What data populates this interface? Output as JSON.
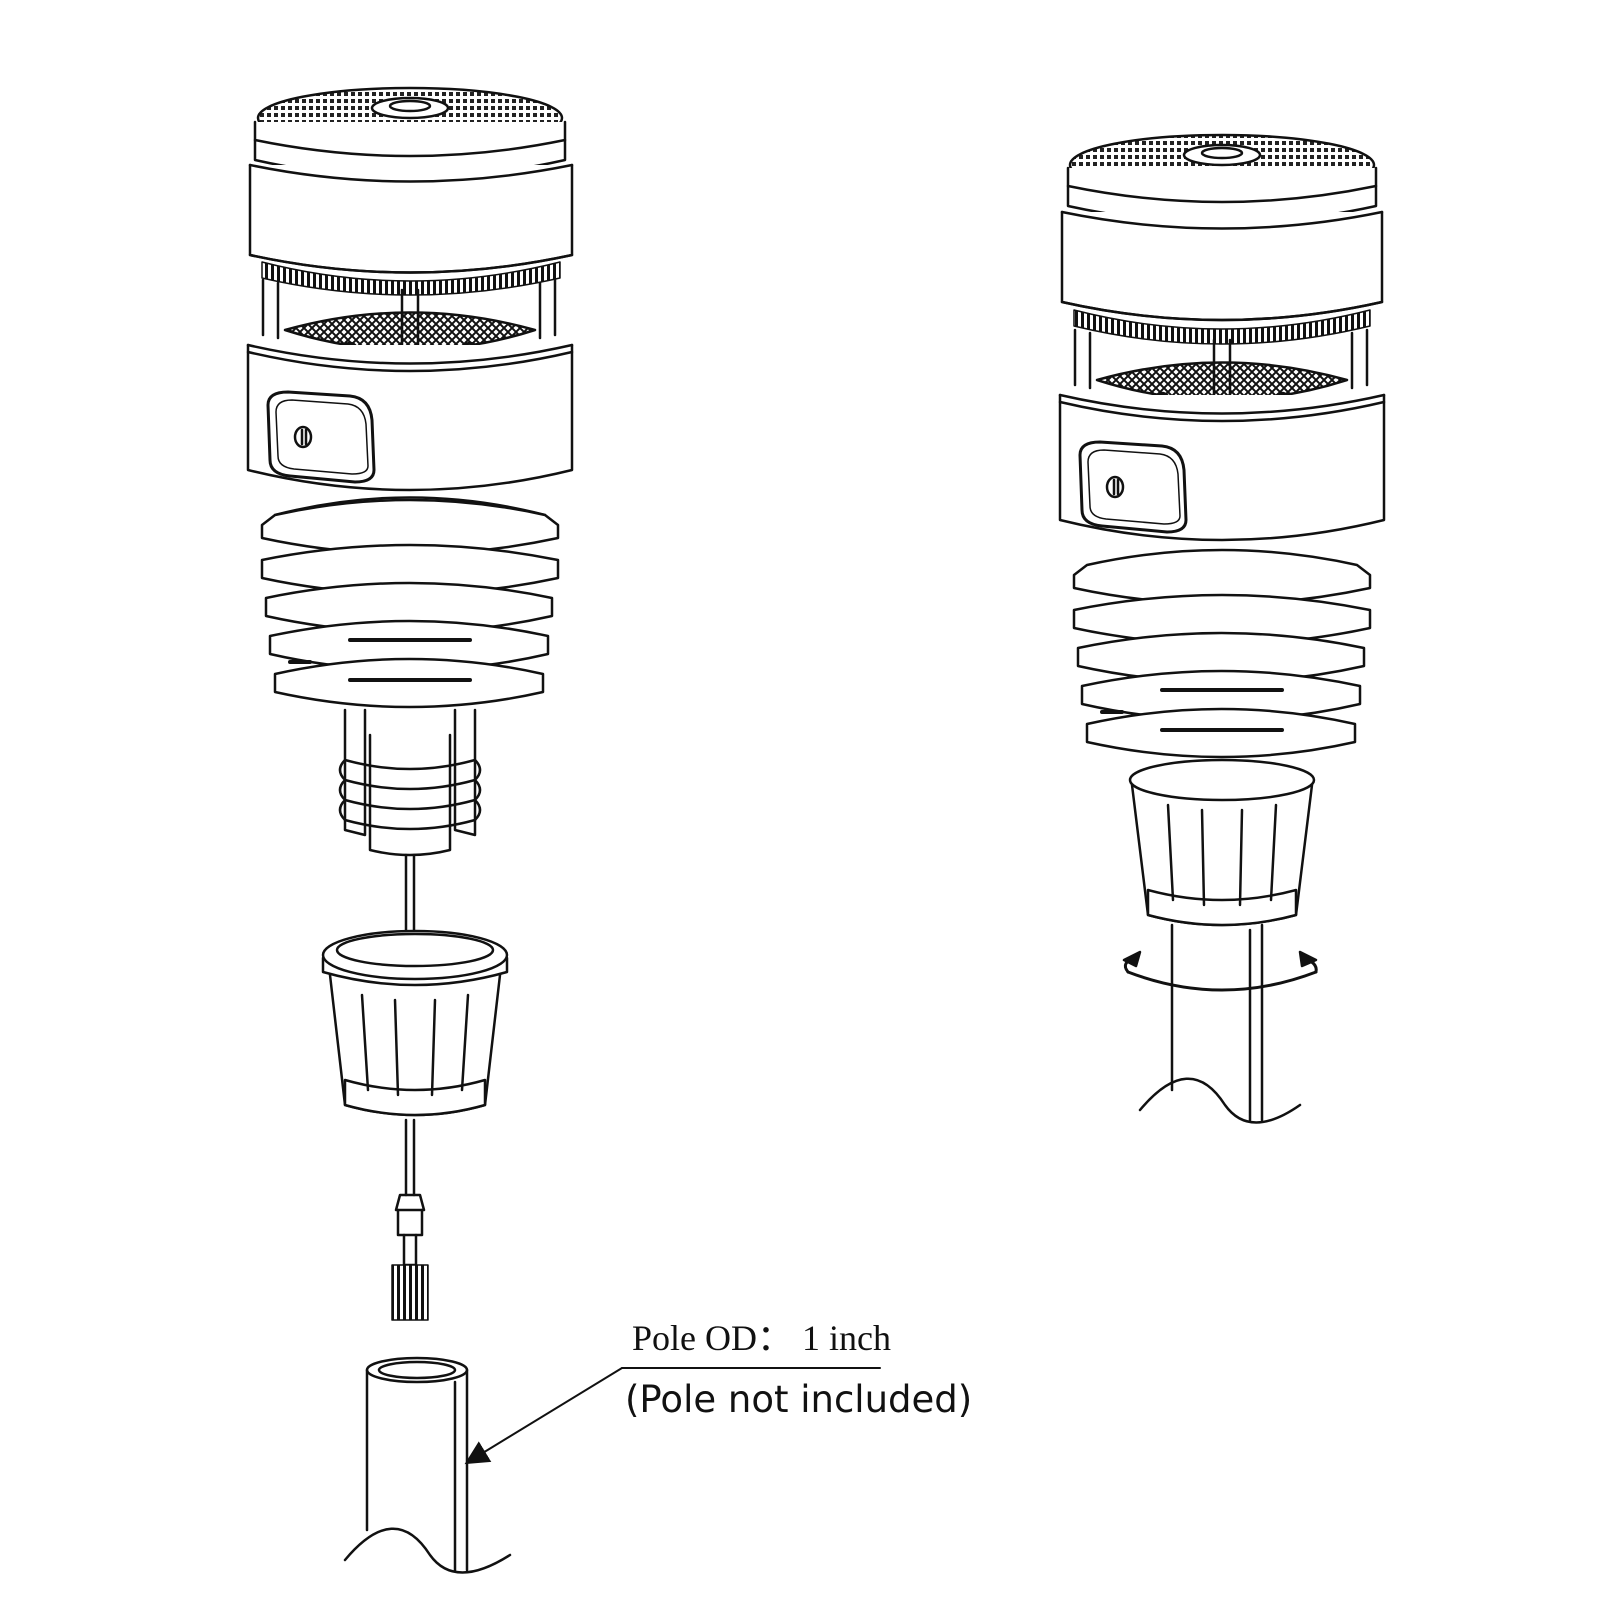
{
  "annotation": {
    "pole_od_text": "Pole  OD： 1 inch",
    "note_text": "(Pole not included)"
  },
  "colors": {
    "line": "#111111",
    "background": "#ffffff",
    "mesh": "#222222"
  },
  "components": [
    "weather-station-sensor-exploded",
    "weather-station-sensor-assembled",
    "mounting-collar",
    "connector",
    "mounting-pole",
    "rotation-arrow"
  ]
}
